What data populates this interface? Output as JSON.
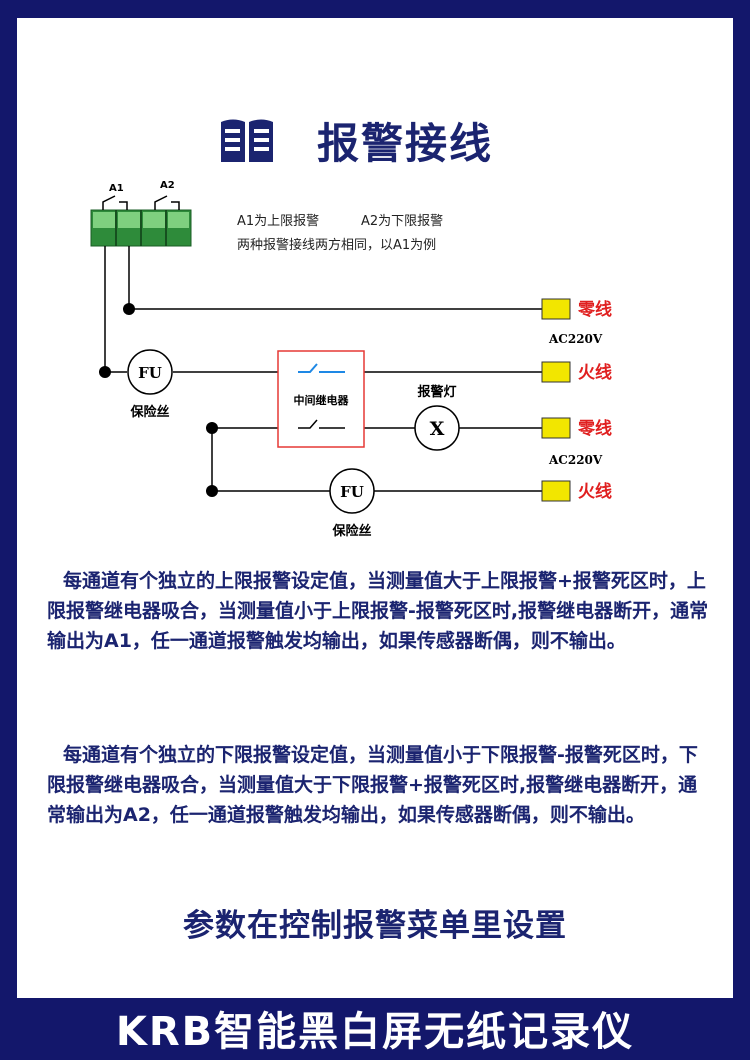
{
  "page": {
    "title": "报警接线",
    "footer": "KRB智能黑白屏无纸记录仪"
  },
  "diagram": {
    "relay_labels": [
      "A1",
      "A2"
    ],
    "note_a1": "A1为上限报警",
    "note_a2": "A2为下限报警",
    "note_same": "两种报警接线两方相同，以A1为例",
    "fuse_symbol": "FU",
    "fuse_label": "保险丝",
    "relay_box_label": "中间继电器",
    "lamp_label": "报警灯",
    "lamp_symbol": "X",
    "neutral": "零线",
    "live": "火线",
    "ac_voltage": "AC220V",
    "colors": {
      "wire": "#000000",
      "relay_box": "#e53935",
      "terminal_fill": "#f2e600",
      "terminal_edge": "#333333",
      "line_label": "#e02020",
      "switch_blue": "#1e88e5",
      "relay_green": "#2e8b3a"
    }
  },
  "text": {
    "upper_alarm": "每通道有个独立的上限报警设定值，当测量值大于上限报警+报警死区时，上限报警继电器吸合，当测量值小于上限报警-报警死区时,报警继电器断开，通常输出为A1，任一通道报警触发均输出，如果传感器断偶，则不输出。",
    "lower_alarm": "每通道有个独立的下限报警设定值，当测量值小于下限报警-报警死区时，下限报警继电器吸合，当测量值大于下限报警+报警死区时,报警继电器断开，通常输出为A2，任一通道报警触发均输出，如果传感器断偶，则不输出。",
    "setting_note": "参数在控制报警菜单里设置"
  }
}
